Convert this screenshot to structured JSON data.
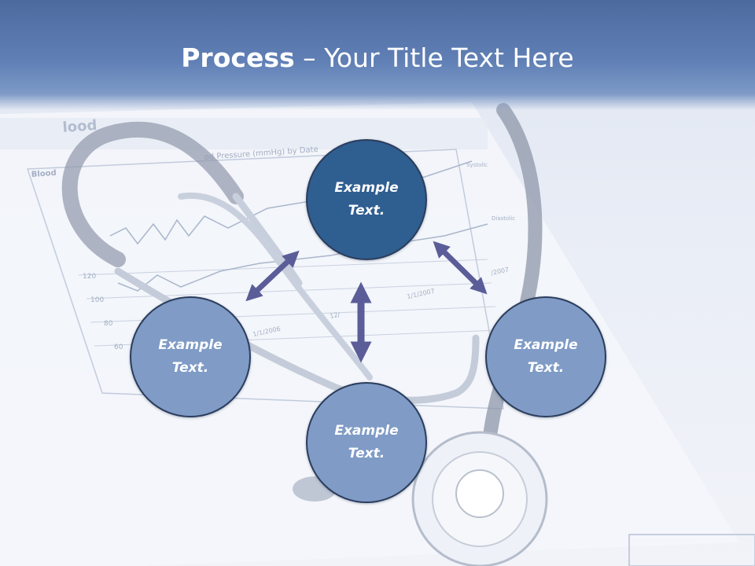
{
  "slide": {
    "title_strong": "Process",
    "title_rest": " – Your Title Text Here",
    "nodes": {
      "top": "Example\nText.",
      "left": "Example\nText.",
      "right": "Example\nText.",
      "bottom": "Example\nText."
    },
    "background_chart": {
      "title_fragment": "od Pressure (mmHg) by Date",
      "header_fragment": "lood",
      "section_fragment": "Blood",
      "y_ticks": [
        "120",
        "100",
        "80",
        "60"
      ],
      "x_ticks": [
        "1/1/2006",
        "12/",
        "1/1/2007",
        "/2007"
      ],
      "series_labels": [
        "Systolic",
        "Diastolic"
      ]
    }
  },
  "colors": {
    "header": "#5f7fb5",
    "node_dark": "#2f5e91",
    "node_light": "#7f9bc6",
    "arrow": "#5b5d99"
  }
}
